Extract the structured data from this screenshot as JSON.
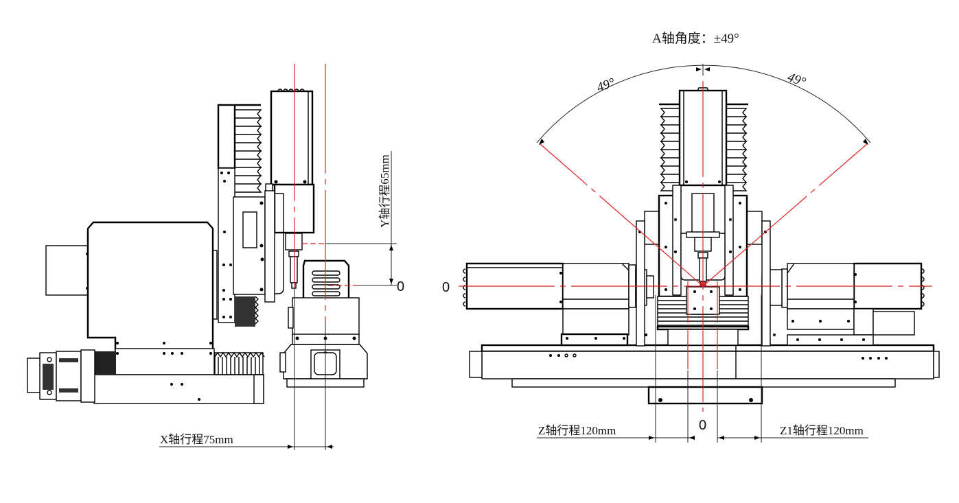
{
  "title": "A轴角度：±49°",
  "left_view": {
    "x_travel_label": "X轴行程75mm",
    "y_travel_label": "Y轴行程65mm",
    "y_zero_label": "0"
  },
  "right_view": {
    "a_angle_left": "49°",
    "a_angle_right": "49°",
    "a_angle_value_deg": 49,
    "x_zero_label": "0",
    "bottom_zero_label": "0",
    "z_travel_label": "Z轴行程120mm",
    "z1_travel_label": "Z1轴行程120mm"
  },
  "colors": {
    "line": "#000000",
    "centerline": "#e02020",
    "background": "#ffffff"
  }
}
